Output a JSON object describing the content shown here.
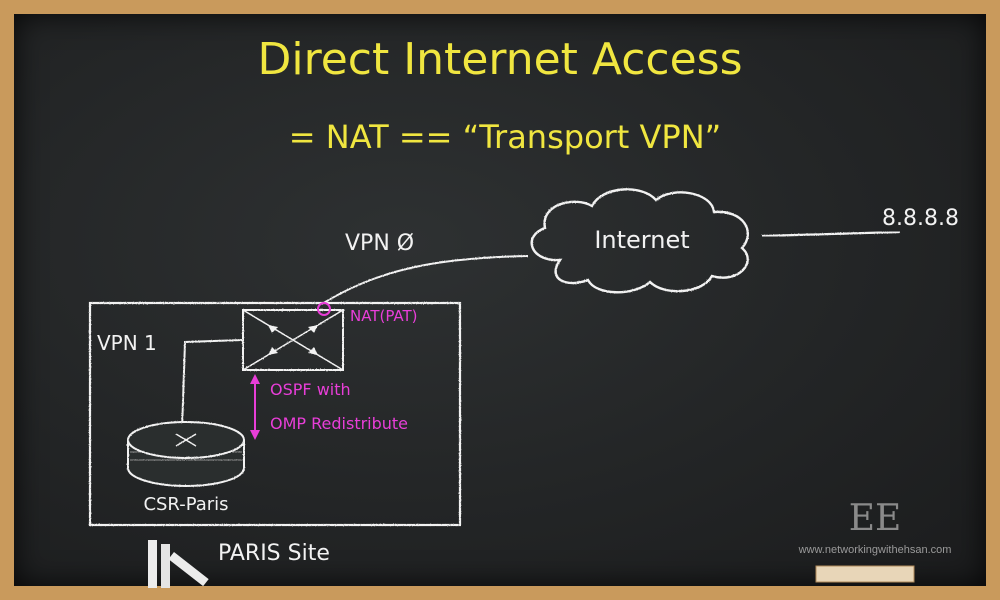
{
  "title": "Direct Internet Access",
  "subtitle": "= NAT == “Transport VPN”",
  "labels": {
    "vpn0": "VPN Ø",
    "internet": "Internet",
    "dns_ip": "8.8.8.8",
    "nat": "NAT(PAT)",
    "vpn1": "VPN 1",
    "ospf_line1": "OSPF with",
    "ospf_line2": "OMP Redistribute",
    "router": "CSR-Paris",
    "site": "PARIS Site"
  },
  "watermark": {
    "logo_text": "EE",
    "url": "www.networkingwithehsan.com"
  },
  "colors": {
    "chalk_yellow": "#f0e640",
    "chalk_white": "#f2f2f2",
    "chalk_magenta": "#e83ed8",
    "board": "#232526",
    "frame": "#c99a5c"
  }
}
